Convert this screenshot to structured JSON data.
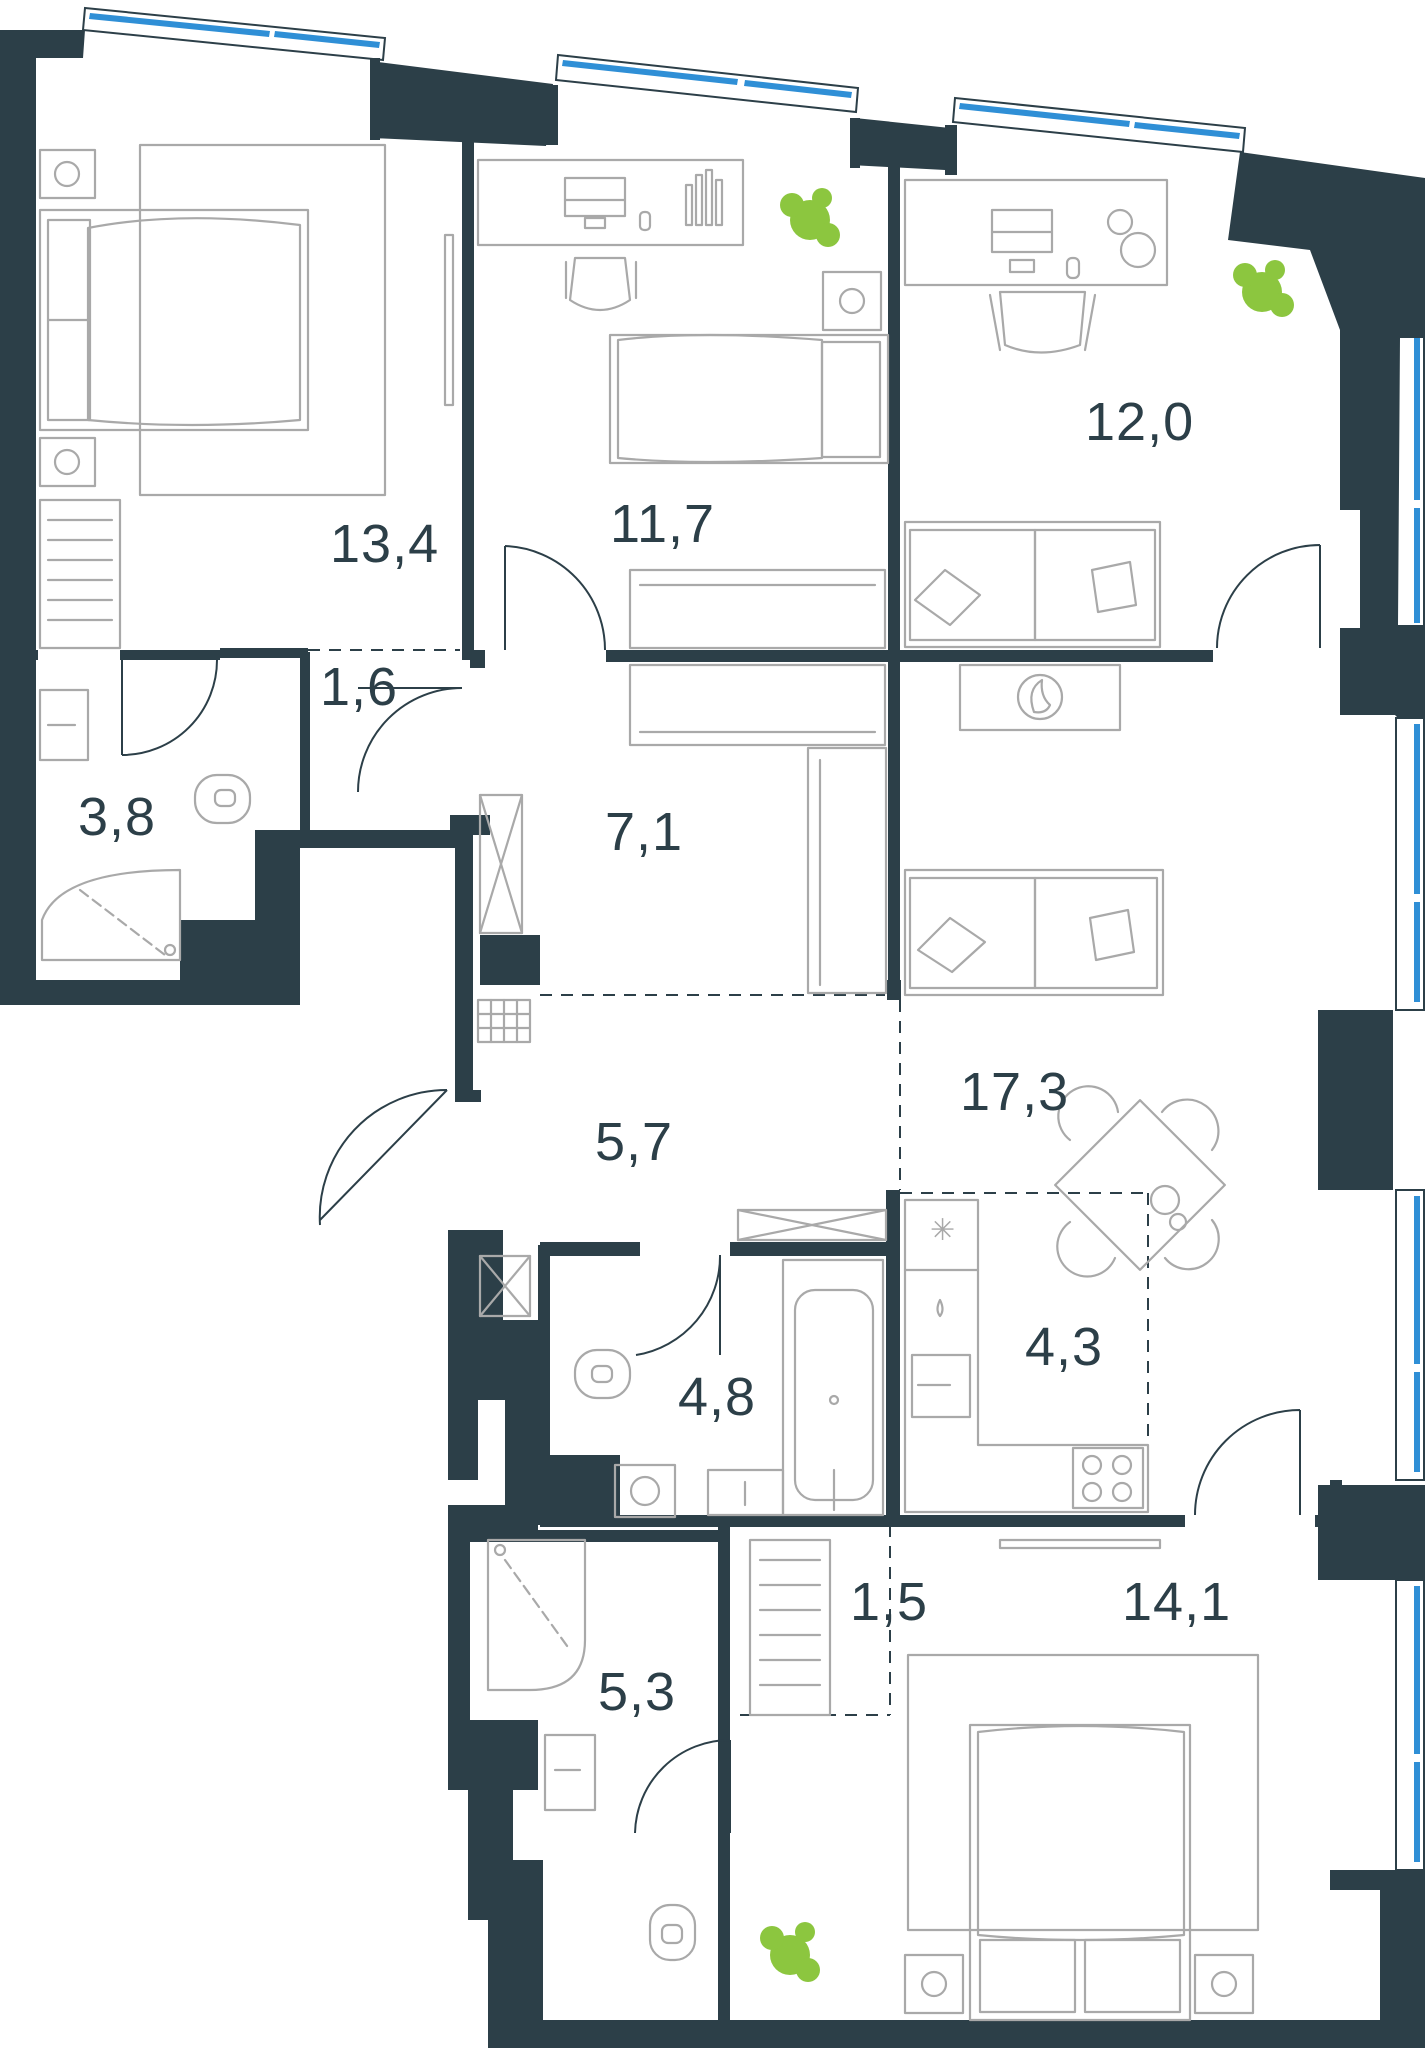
{
  "colors": {
    "wall": "#2c3f48",
    "window_glass": "#2f8fd6",
    "furniture_line": "#a9a9a9",
    "plant": "#8cc63f",
    "label": "#2c3f48"
  },
  "rooms": [
    {
      "id": "bedroom-northwest",
      "area": "13,4"
    },
    {
      "id": "bedroom-north",
      "area": "11,7"
    },
    {
      "id": "bedroom-northeast",
      "area": "12,0"
    },
    {
      "id": "hall-corridor",
      "area": "1,6"
    },
    {
      "id": "bathroom-west",
      "area": "3,8"
    },
    {
      "id": "hallway",
      "area": "7,1"
    },
    {
      "id": "entrance-hall",
      "area": "5,7"
    },
    {
      "id": "living-room",
      "area": "17,3"
    },
    {
      "id": "kitchen",
      "area": "4,3"
    },
    {
      "id": "bathroom-center",
      "area": "4,8"
    },
    {
      "id": "walk-in-closet",
      "area": "1,5"
    },
    {
      "id": "master-bedroom",
      "area": "14,1"
    },
    {
      "id": "bathroom-south",
      "area": "5,3"
    }
  ],
  "icons": [
    "bed-icon",
    "desk-icon",
    "office-chair-icon",
    "sofa-icon",
    "dining-table-icon",
    "bathtub-icon",
    "shower-icon",
    "toilet-icon",
    "sink-icon",
    "washing-machine-icon",
    "wardrobe-icon",
    "fireplace-icon",
    "cooktop-icon",
    "plant-icon",
    "window-icon",
    "door-icon"
  ]
}
